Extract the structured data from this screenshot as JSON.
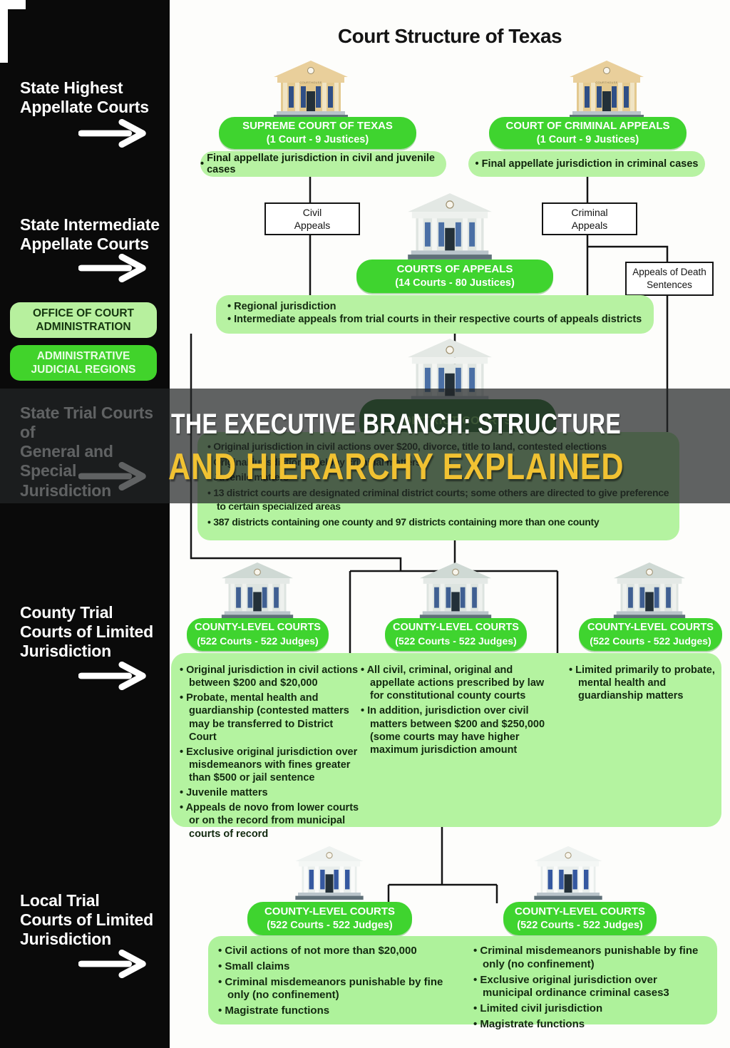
{
  "header": {
    "title": "Court Structure of Texas"
  },
  "overlay": {
    "line1": "THE EXECUTIVE BRANCH: STRUCTURE",
    "line2": "AND HIERARCHY EXPLAINED"
  },
  "sidebar": {
    "sections": [
      {
        "label": "State Highest\nAppellate Courts"
      },
      {
        "label": "State Intermediate\nAppellate Courts"
      },
      {
        "label": "State Trial Courts of\nGeneral and Special\nJurisdiction"
      },
      {
        "label": "County Trial\nCourts of Limited\nJurisdiction"
      },
      {
        "label": "Local Trial\nCourts of Limited\nJurisdiction"
      }
    ],
    "office_box": "OFFICE OF COURT\nADMINISTRATION",
    "admin_box": "ADMINISTRATIVE\nJUDICIAL REGIONS"
  },
  "building_label": "COURTHOUSE",
  "supreme_court": {
    "title": "SUPREME COURT OF TEXAS",
    "subtitle": "(1 Court - 9 Justices)",
    "bullet": "Final appellate jurisdiction in civil and juvenile cases"
  },
  "criminal_court": {
    "title": "COURT OF CRIMINAL APPEALS",
    "subtitle": "(1 Court - 9 Justices)",
    "bullet": "Final appellate jurisdiction in criminal cases"
  },
  "connector_labels": {
    "civil": "Civil\nAppeals",
    "criminal": "Criminal\nAppeals",
    "death": "Appeals of Death\nSentences"
  },
  "courts_of_appeals": {
    "title": "COURTS OF APPEALS",
    "subtitle": "(14 Courts - 80 Justices)",
    "bullets": [
      "Regional jurisdiction",
      "Intermediate appeals from trial courts in their respective courts of appeals districts"
    ]
  },
  "district_courts": {
    "title": "DISTRICT COURTS",
    "bullets": [
      "Original jurisdiction in civil actions over $200, divorce, title to land, contested elections",
      "Original jurisdiction in felony criminal matters",
      "Juvenile matters",
      "13 district courts are designated criminal district courts; some others are directed to give preference to certain specialized areas",
      "387 districts containing one county and 97 districts containing more than one county"
    ]
  },
  "county_courts": {
    "pills": [
      {
        "title": "COUNTY-LEVEL COURTS",
        "subtitle": "(522 Courts - 522 Judges)"
      },
      {
        "title": "COUNTY-LEVEL COURTS",
        "subtitle": "(522 Courts - 522 Judges)"
      },
      {
        "title": "COUNTY-LEVEL COURTS",
        "subtitle": "(522 Courts - 522 Judges)"
      }
    ],
    "col1": [
      "Original jurisdiction in civil actions between $200 and $20,000",
      "Probate, mental health and guardianship (contested matters may be transferred to District Court",
      "Exclusive original jurisdiction over misdemeanors with fines greater than $500 or jail sentence",
      "Juvenile matters",
      "Appeals de novo from lower courts or on the record from municipal courts of record"
    ],
    "col2": [
      "All civil, criminal, original and appellate actions prescribed by law for constitutional county courts",
      "In addition, jurisdiction over civil matters between $200 and $250,000 (some courts may have higher maximum jurisdiction amount"
    ],
    "col3": [
      "Limited primarily to probate, mental health and guardianship matters"
    ]
  },
  "local_courts": {
    "pills": [
      {
        "title": "COUNTY-LEVEL COURTS",
        "subtitle": "(522 Courts - 522 Judges)"
      },
      {
        "title": "COUNTY-LEVEL COURTS",
        "subtitle": "(522 Courts - 522 Judges)"
      }
    ],
    "col1": [
      "Civil actions of not more than $20,000",
      "Small claims",
      "Criminal misdemeanors punishable by fine only (no confinement)",
      "Magistrate functions"
    ],
    "col2": [
      "Criminal misdemeanors punishable by fine only (no confinement)",
      "Exclusive original jurisdiction over municipal ordinance criminal cases3",
      "Limited civil jurisdiction",
      "Magistrate functions"
    ]
  },
  "colors": {
    "pill_green": "#3fd42f",
    "pale_green": "#b7f2a2",
    "dark_green": "#2d7a2c",
    "accent_yellow": "#f1c232",
    "sidebar_black": "#0a0a0a"
  }
}
